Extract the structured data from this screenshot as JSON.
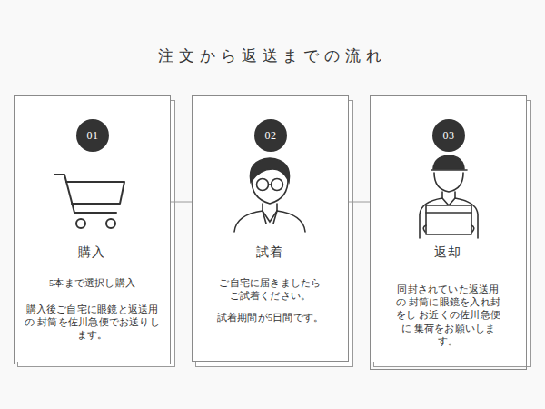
{
  "diagram": {
    "title": "注文から返送までの流れ",
    "nodes": [
      {
        "text": [
          "購入",
          "5本まで選択し購入",
          "購入後ご自宅に眼鏡と返送用の 封筒を佐川急便でお送りします。"
        ]
      },
      {
        "text": [
          "01"
        ],
        "in": 0
      },
      {
        "text": [
          "試着",
          "ご自宅に届きましたら ご試着ください。",
          "試着期間が5日間です。"
        ]
      },
      {
        "text": [
          "02"
        ],
        "in": 2
      },
      {
        "text": [
          "返却",
          "同封されていた返送用の 封筒に眼鏡を入れ封をし お近くの佐川急便に 集荷をお願いします。"
        ]
      },
      {
        "text": [
          "03"
        ],
        "in": 4
      }
    ],
    "edges": [
      {
        "from": 0,
        "to": 2,
        "arrow": "none"
      },
      {
        "from": 2,
        "to": 4,
        "arrow": "none"
      }
    ]
  }
}
